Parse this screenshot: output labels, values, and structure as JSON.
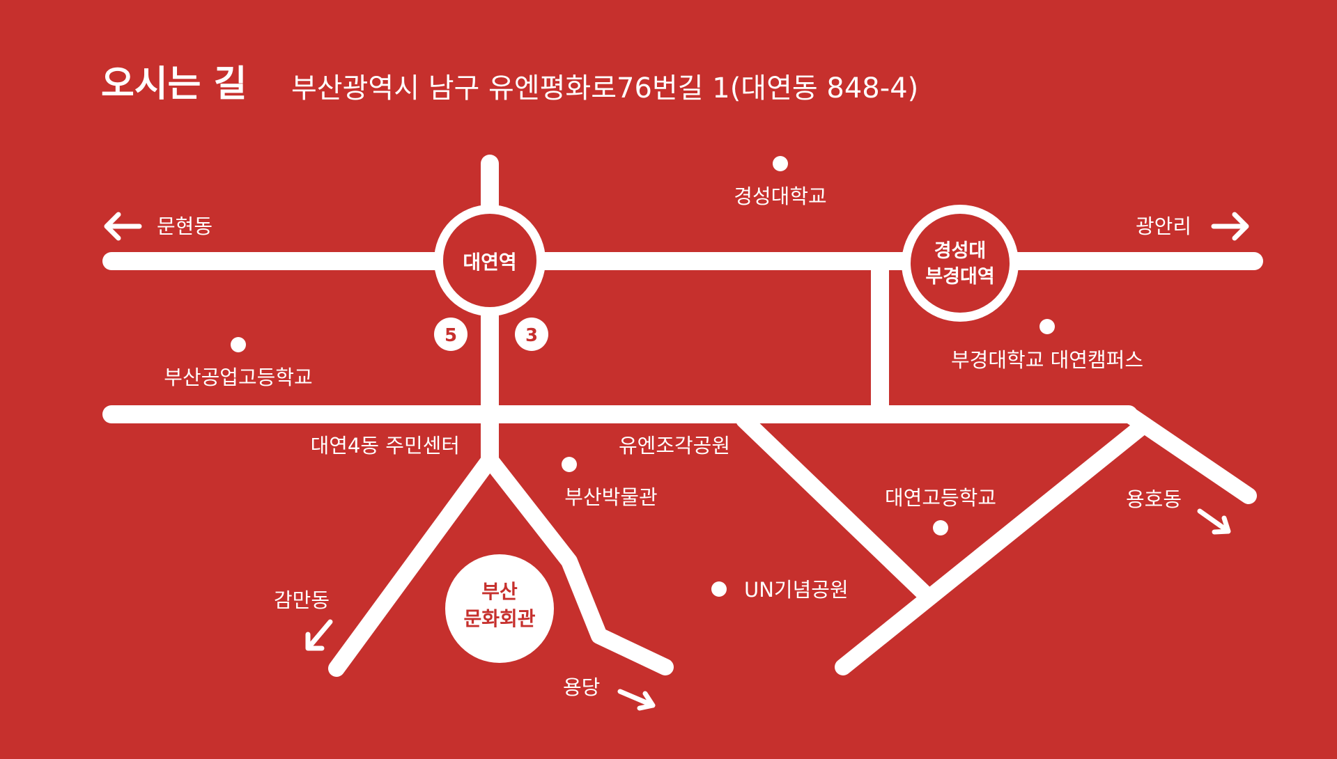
{
  "header": {
    "title": "오시는 길",
    "address": "부산광역시 남구 유엔평화로76번길 1(대연동 848-4)"
  },
  "stations": {
    "daeyeon": "대연역",
    "kyungsung_line1": "경성대",
    "kyungsung_line2": "부경대역"
  },
  "exits": {
    "left": "5",
    "right": "3"
  },
  "destination": {
    "line1": "부산",
    "line2": "문화회관"
  },
  "directions": {
    "munhyeon": "문현동",
    "gwangalli": "광안리",
    "gamman": "감만동",
    "yongdang": "용당",
    "yongho": "용호동"
  },
  "places": {
    "kyungsung_univ": "경성대학교",
    "busan_tech_hs": "부산공업고등학교",
    "pukyong_campus": "부경대학교 대연캠퍼스",
    "community_center": "대연4동 주민센터",
    "un_sculpture_park": "유엔조각공원",
    "busan_museum": "부산박물관",
    "daeyeon_hs": "대연고등학교",
    "un_memorial_park": "UN기념공원"
  },
  "colors": {
    "background": "#c6302d",
    "foreground": "#ffffff"
  }
}
